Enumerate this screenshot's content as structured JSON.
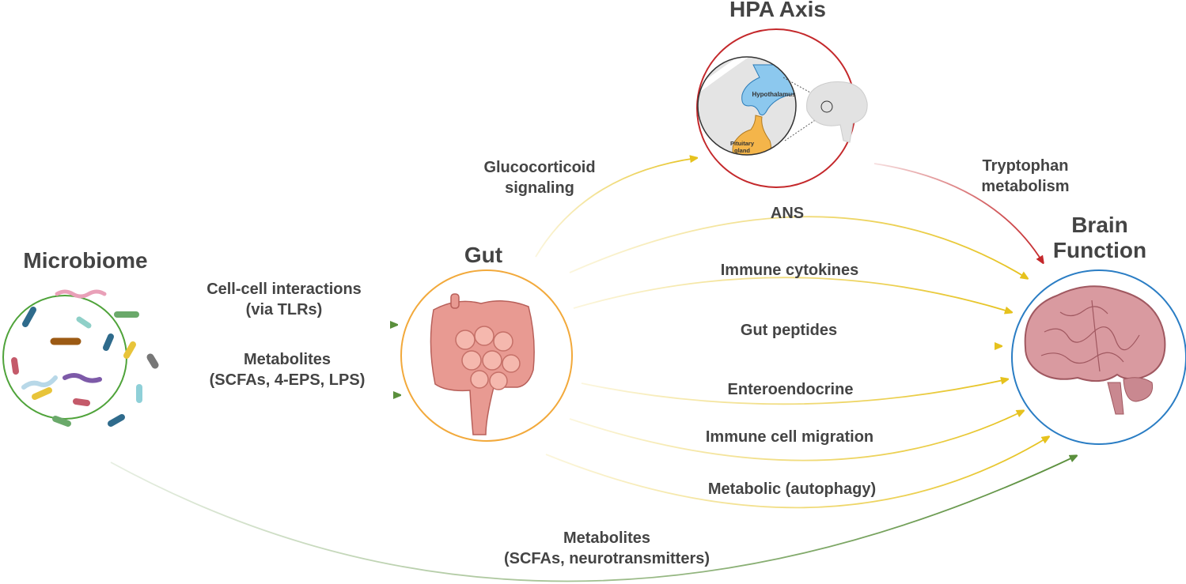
{
  "nodes": {
    "microbiome": {
      "title": "Microbiome",
      "color": "#4fa33a"
    },
    "gut": {
      "title": "Gut",
      "color": "#f2a93b"
    },
    "hpa": {
      "title": "HPA Axis",
      "color": "#c4282b",
      "hypothalamus": "Hypothalamus",
      "pituitary_line1": "Pituitary",
      "pituitary_line2": "gland"
    },
    "brain": {
      "title_line1": "Brain",
      "title_line2": "Function",
      "color": "#2a7dc4"
    }
  },
  "colors": {
    "gut_pathways": "#e6c21e",
    "microbe_pathways": "#5a8f3c",
    "hpa_pathway": "#c4282b"
  },
  "pathways": {
    "cell_cell_1": "Cell-cell interactions",
    "cell_cell_2": "(via TLRs)",
    "metabolites_1": "Metabolites",
    "metabolites_2": "(SCFAs, 4-EPS, LPS)",
    "glucocorticoid_1": "Glucocorticoid",
    "glucocorticoid_2": "signaling",
    "tryptophan_1": "Tryptophan",
    "tryptophan_2": "metabolism",
    "ans": "ANS",
    "immune_cytokines": "Immune cytokines",
    "gut_peptides": "Gut peptides",
    "enteroendocrine": "Enteroendocrine",
    "immune_cell_migration": "Immune cell migration",
    "metabolic": "Metabolic (autophagy)",
    "long_metabolites_1": "Metabolites",
    "long_metabolites_2": "(SCFAs, neurotransmitters)"
  }
}
